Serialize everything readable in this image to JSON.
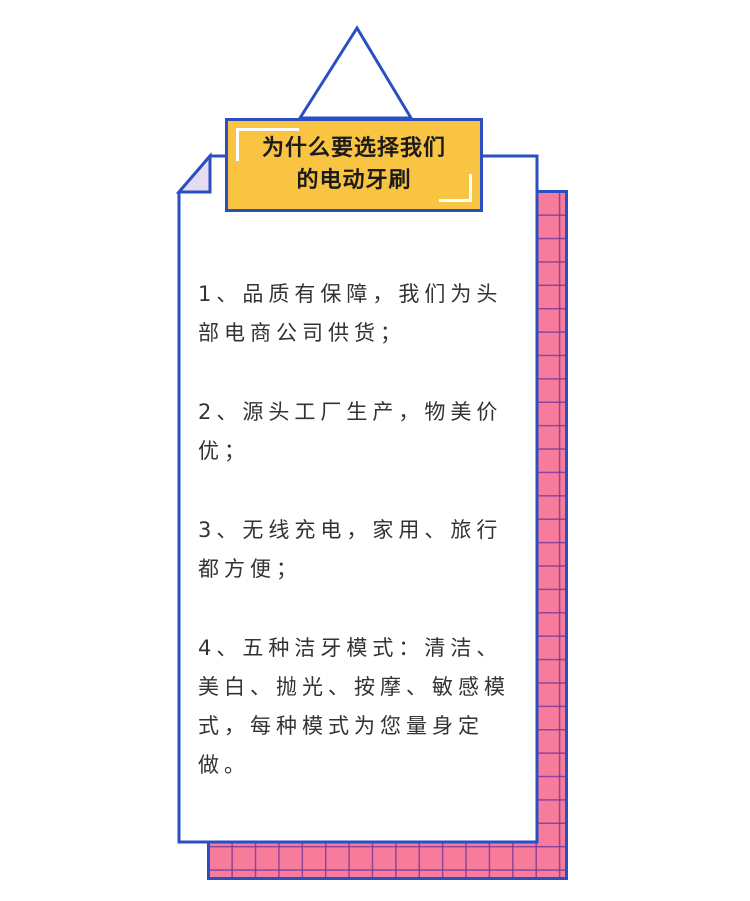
{
  "title": {
    "line1": "为什么要选择我们",
    "line2": "的电动牙刷"
  },
  "points": [
    "1、品质有保障，我们为头部电商公司供货；",
    "2、源头工厂生产，物美价优；",
    "3、无线充电，家用、旅行都方便；",
    "4、五种洁牙模式：清洁、美白、抛光、按摩、敏感模式，每种模式为您量身定做。"
  ],
  "colors": {
    "blue": "#2b4fc0",
    "yellow": "#f8c441",
    "pink": "#f77c9c"
  }
}
